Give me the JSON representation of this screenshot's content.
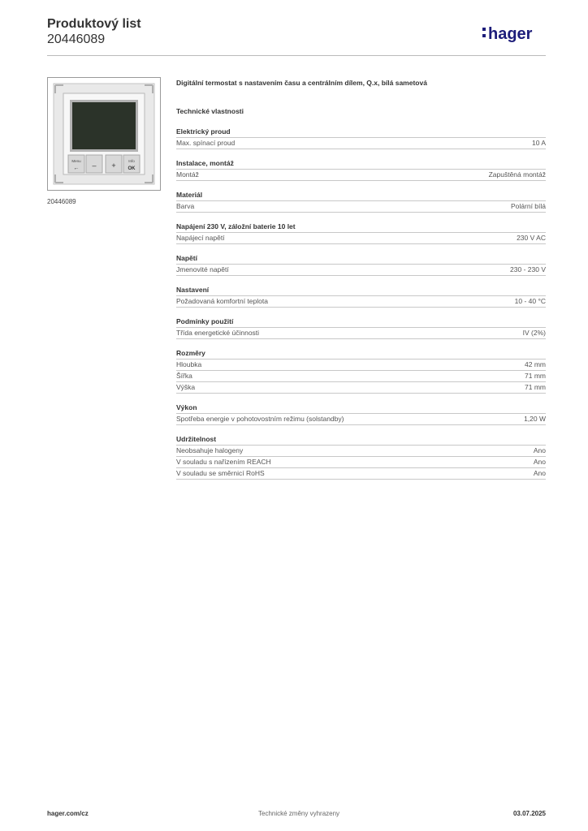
{
  "header": {
    "title": "Produktový list",
    "code": "20446089",
    "logo_text": "hager"
  },
  "product": {
    "description": "Digitální termostat s nastavením času a centrálním dílem, Q.x, bílá sametová",
    "image_caption": "20446089",
    "device_buttons": [
      "Menu",
      "–",
      "+",
      "Info",
      "OK"
    ]
  },
  "tech_heading": "Technické vlastnosti",
  "groups": [
    {
      "title": "Elektrický proud",
      "rows": [
        {
          "label": "Max. spínací proud",
          "value": "10 A"
        }
      ]
    },
    {
      "title": "Instalace, montáž",
      "rows": [
        {
          "label": "Montáž",
          "value": "Zapuštěná montáž"
        }
      ]
    },
    {
      "title": "Materiál",
      "rows": [
        {
          "label": "Barva",
          "value": "Polární bílá"
        }
      ]
    },
    {
      "title": "Napájení 230 V, záložní baterie 10 let",
      "rows": [
        {
          "label": "Napájecí napětí",
          "value": "230 V AC"
        }
      ]
    },
    {
      "title": "Napětí",
      "rows": [
        {
          "label": "Jmenovité napětí",
          "value": "230 - 230 V"
        }
      ]
    },
    {
      "title": "Nastavení",
      "rows": [
        {
          "label": "Požadovaná komfortní teplota",
          "value": "10 - 40 °C"
        }
      ]
    },
    {
      "title": "Podmínky použití",
      "rows": [
        {
          "label": "Třída energetické účinnosti",
          "value": "IV (2%)"
        }
      ]
    },
    {
      "title": "Rozměry",
      "rows": [
        {
          "label": "Hloubka",
          "value": "42 mm"
        },
        {
          "label": "Šířka",
          "value": "71 mm"
        },
        {
          "label": "Výška",
          "value": "71 mm"
        }
      ]
    },
    {
      "title": "Výkon",
      "rows": [
        {
          "label": "Spotřeba energie v pohotovostním režimu (solstandby)",
          "value": "1,20 W"
        }
      ]
    },
    {
      "title": "Udržitelnost",
      "rows": [
        {
          "label": "Neobsahuje halogeny",
          "value": "Ano"
        },
        {
          "label": "V souladu s nařízením REACH",
          "value": "Ano"
        },
        {
          "label": "V souladu se směrnicí RoHS",
          "value": "Ano"
        }
      ]
    }
  ],
  "footer": {
    "website": "hager.com/cz",
    "notice": "Technické změny vyhrazeny",
    "date": "03.07.2025"
  },
  "colors": {
    "text": "#333333",
    "rule": "#c8c8c8",
    "logo": "#1d1d7a"
  }
}
